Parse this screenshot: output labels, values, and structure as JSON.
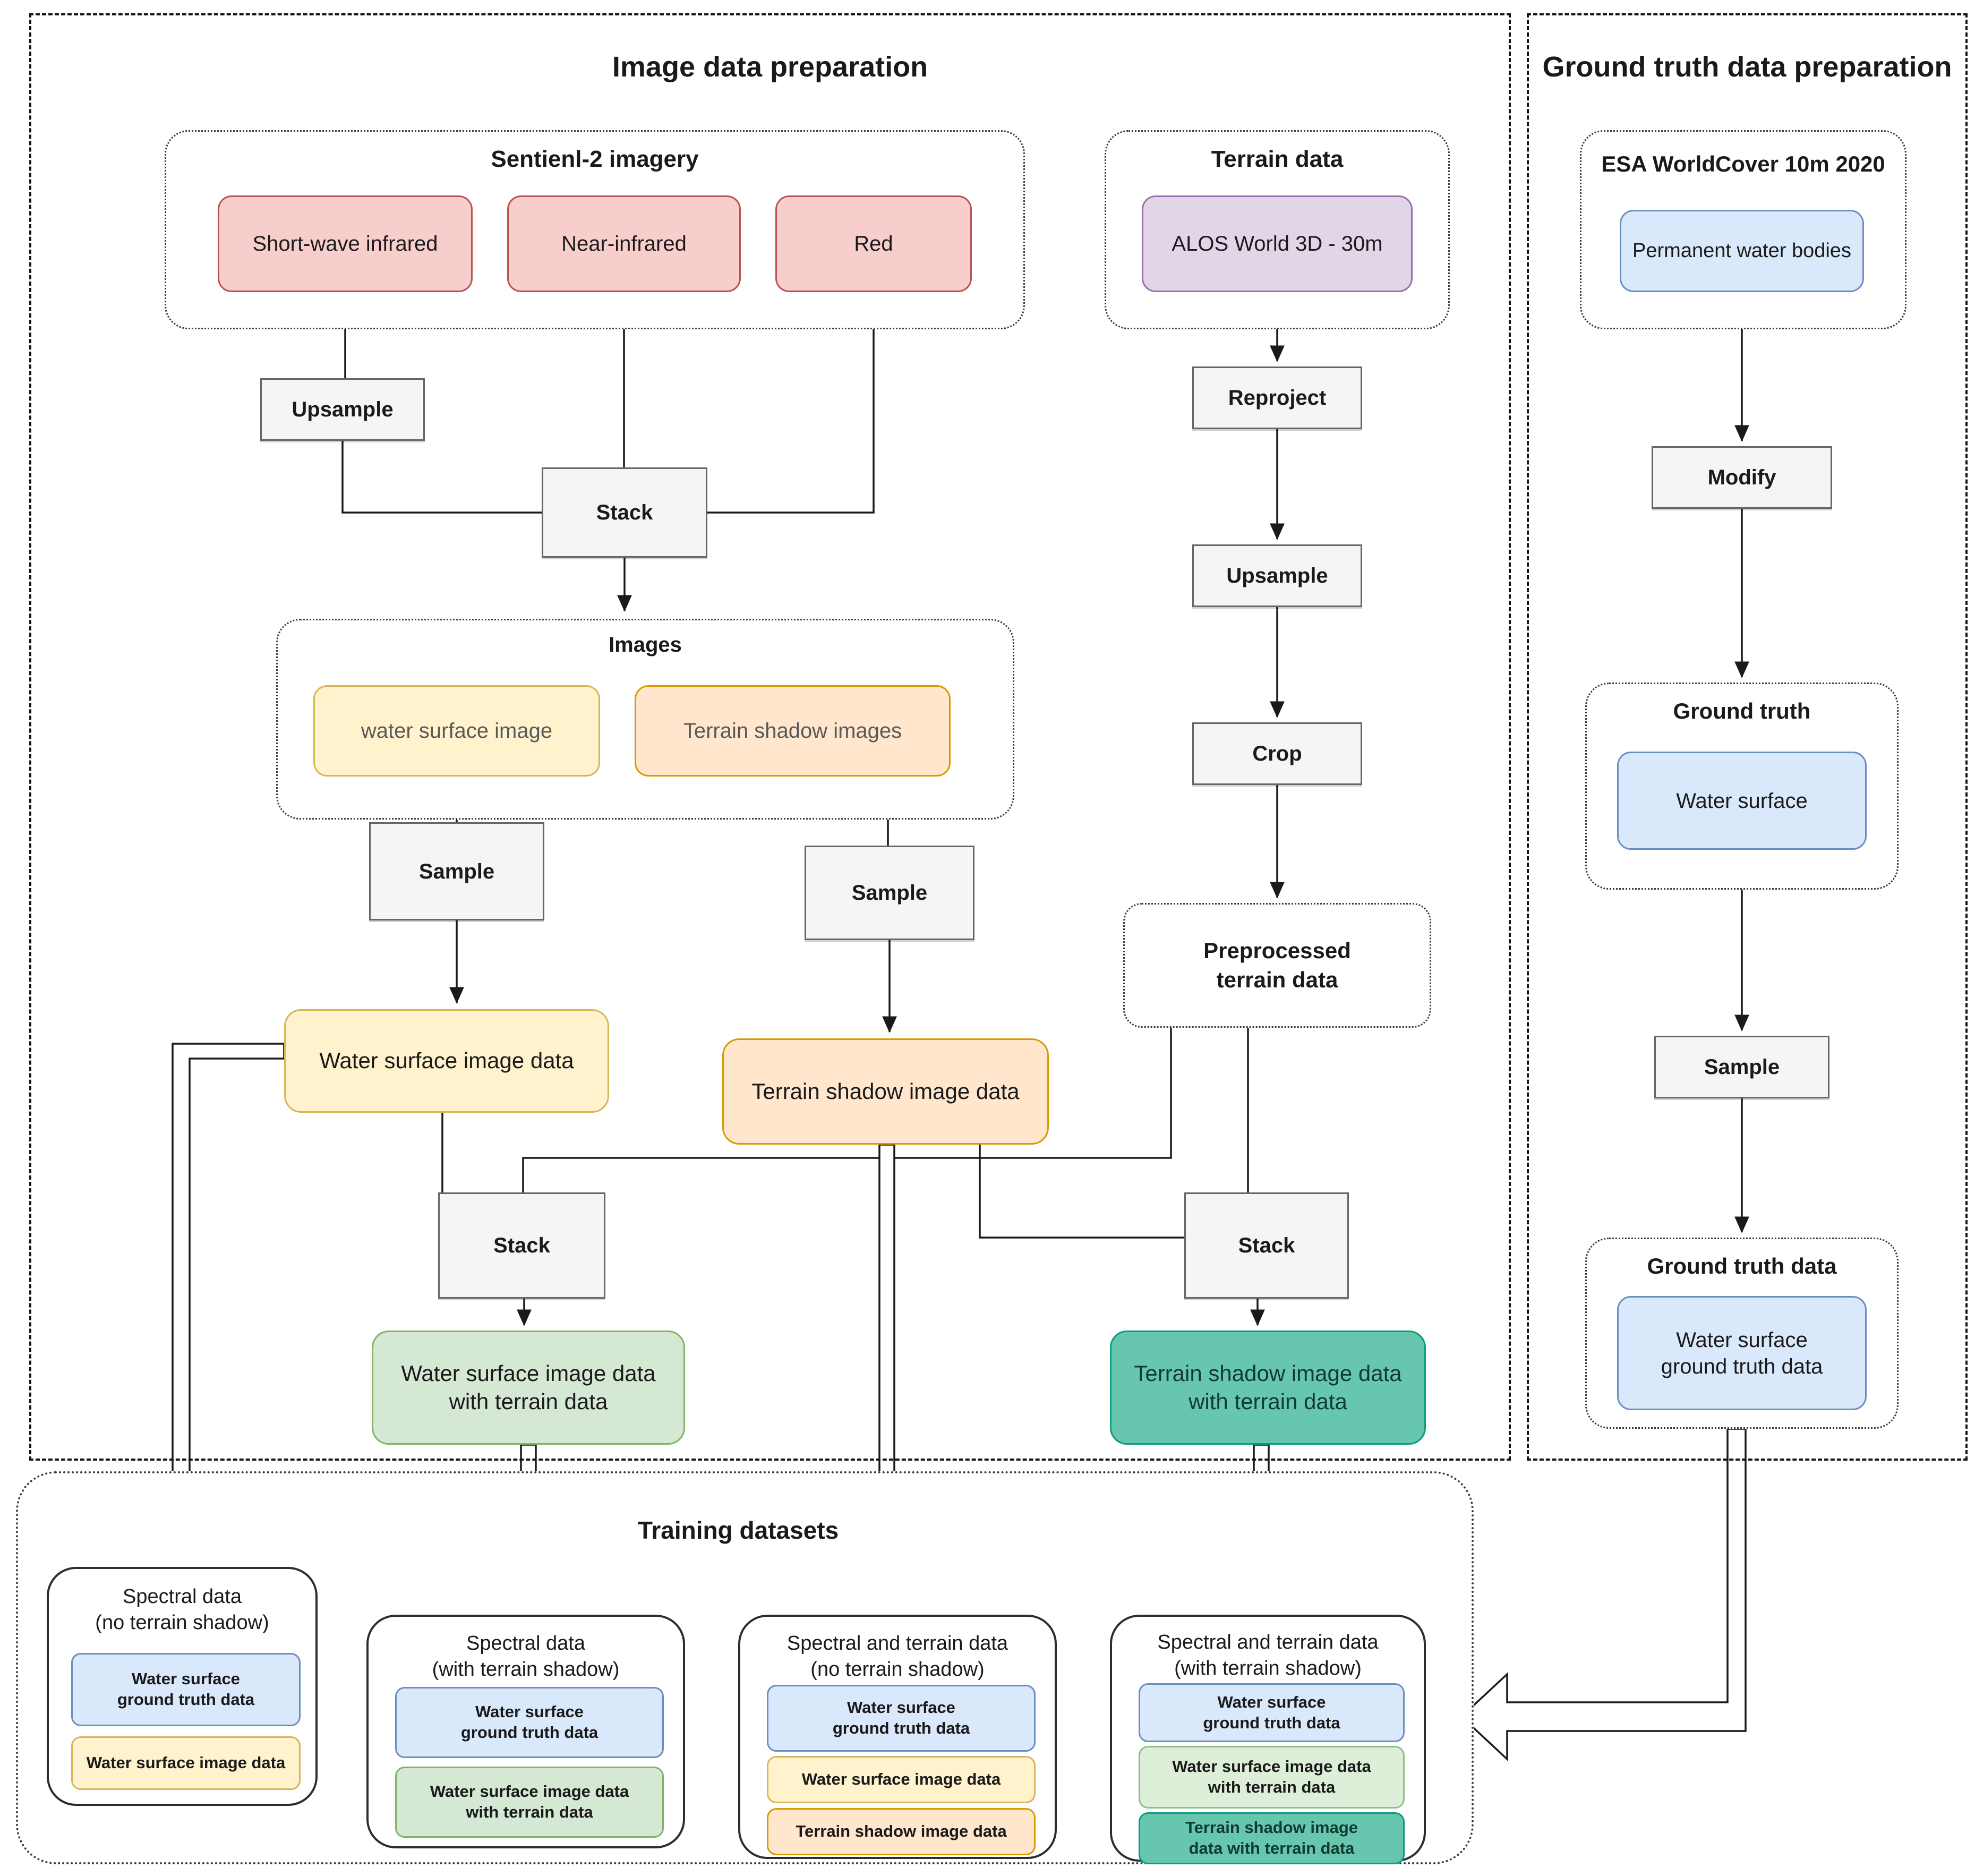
{
  "sections": {
    "image_prep_title": "Image data preparation",
    "gt_prep_title": "Ground truth data preparation",
    "training_title": "Training datasets"
  },
  "groups": {
    "sentinel_title": "Sentienl-2 imagery",
    "terrain_title": "Terrain data",
    "esa_title": "ESA WorldCover 10m 2020",
    "images_title": "Images",
    "ground_truth_title": "Ground truth",
    "ground_truth_data_title": "Ground truth data",
    "preprocessed_label": "Preprocessed\nterrain data"
  },
  "nodes": {
    "swir": "Short-wave infrared",
    "nir": "Near-infrared",
    "red": "Red",
    "alos": "ALOS World 3D - 30m",
    "permanent_water": "Permanent water bodies",
    "upsample1": "Upsample",
    "stack1": "Stack",
    "water_surface_image": "water surface image",
    "terrain_shadow_images": "Terrain shadow images",
    "sample_left": "Sample",
    "sample_right": "Sample",
    "reproject": "Reproject",
    "upsample2": "Upsample",
    "crop": "Crop",
    "modify": "Modify",
    "sample_gt": "Sample",
    "water_surface": "Water surface",
    "ws_image_data": "Water surface image data",
    "ts_image_data": "Terrain shadow image data",
    "stack2": "Stack",
    "stack3": "Stack",
    "ws_image_terrain": "Water surface image data\nwith terrain data",
    "ts_image_terrain": "Terrain shadow image data\nwith terrain data",
    "ws_gt_data": "Water surface\nground truth data"
  },
  "training_cards": [
    {
      "title": "Spectral data\n(no terrain shadow)",
      "items": [
        {
          "text": "Water surface\nground truth data",
          "color": "blue"
        },
        {
          "text": "Water surface image data",
          "color": "yellow"
        }
      ]
    },
    {
      "title": "Spectral data\n(with terrain shadow)",
      "items": [
        {
          "text": "Water surface\nground truth data",
          "color": "blue"
        },
        {
          "text": "Water surface image data\nwith terrain data",
          "color": "green"
        }
      ]
    },
    {
      "title": "Spectral and terrain data\n(no terrain shadow)",
      "items": [
        {
          "text": "Water surface\nground truth data",
          "color": "blue"
        },
        {
          "text": "Water surface image data",
          "color": "yellow"
        },
        {
          "text": "Terrain shadow image data",
          "color": "orange"
        }
      ]
    },
    {
      "title": "Spectral and terrain data\n(with terrain shadow)",
      "items": [
        {
          "text": "Water surface\nground truth data",
          "color": "blue"
        },
        {
          "text": "Water surface image data\nwith terrain data",
          "color": "lightgreen"
        },
        {
          "text": "Terrain shadow image\ndata with terrain data",
          "color": "teal"
        }
      ]
    }
  ],
  "colors": {
    "pink_fill": "#f8cecc",
    "pink_border": "#b85450",
    "purple_fill": "#e1d5e7",
    "purple_border": "#9673a6",
    "blue_fill": "#dae8fc",
    "blue_border": "#6c8ebf",
    "yellow_fill": "#fff2cc",
    "yellow_border": "#d6b656",
    "orange_fill": "#ffe6cc",
    "orange_border": "#d79b00",
    "green_fill": "#d5e8d4",
    "green_border": "#82b366",
    "teal_fill": "#67c6ae",
    "teal_border": "#0a9c7e",
    "process_fill": "#f5f5f5",
    "process_border": "#666666"
  }
}
